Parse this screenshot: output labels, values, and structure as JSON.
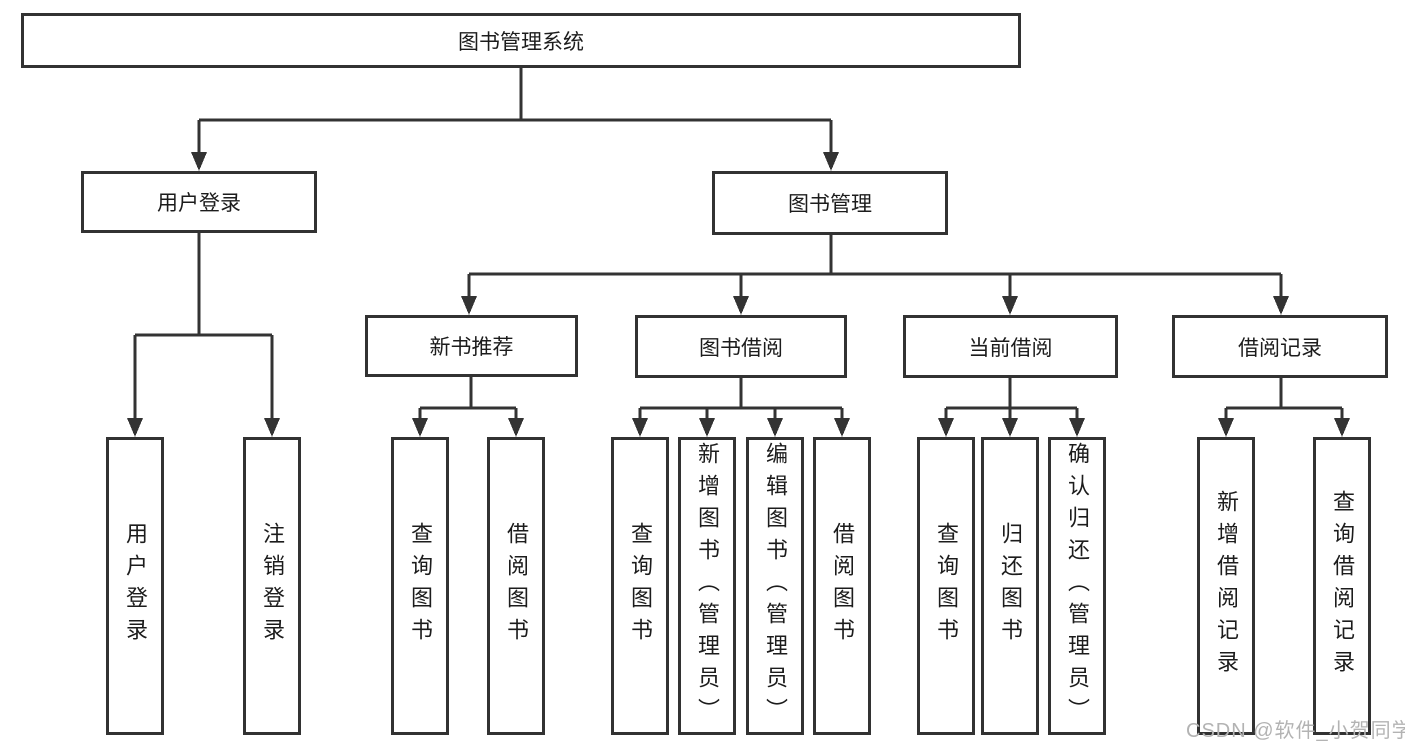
{
  "diagram": {
    "root": {
      "label": "图书管理系统"
    },
    "level2": [
      {
        "label": "用户登录"
      },
      {
        "label": "图书管理"
      }
    ],
    "level3": [
      {
        "label": "新书推荐",
        "parent": "图书管理"
      },
      {
        "label": "图书借阅",
        "parent": "图书管理"
      },
      {
        "label": "当前借阅",
        "parent": "图书管理"
      },
      {
        "label": "借阅记录",
        "parent": "图书管理"
      }
    ],
    "leaves": [
      {
        "label": "用户登录",
        "parent": "用户登录"
      },
      {
        "label": "注销登录",
        "parent": "用户登录"
      },
      {
        "label": "查询图书",
        "parent": "新书推荐"
      },
      {
        "label": "借阅图书",
        "parent": "新书推荐"
      },
      {
        "label": "查询图书",
        "parent": "图书借阅"
      },
      {
        "label": "新增图书（管理员）",
        "parent": "图书借阅"
      },
      {
        "label": "编辑图书（管理员）",
        "parent": "图书借阅"
      },
      {
        "label": "借阅图书",
        "parent": "图书借阅"
      },
      {
        "label": "查询图书",
        "parent": "当前借阅"
      },
      {
        "label": "归还图书",
        "parent": "当前借阅"
      },
      {
        "label": "确认归还（管理员）",
        "parent": "当前借阅"
      },
      {
        "label": "新增借阅记录",
        "parent": "借阅记录"
      },
      {
        "label": "查询借阅记录",
        "parent": "借阅记录"
      }
    ],
    "colors": {
      "line": "#333333",
      "box_border": "#323232",
      "box_fill": "#ffffff",
      "text": "#1c1c1c"
    }
  },
  "watermark": {
    "text": "CSDN @软件_小贺同学",
    "color": "#b3b3b3"
  }
}
